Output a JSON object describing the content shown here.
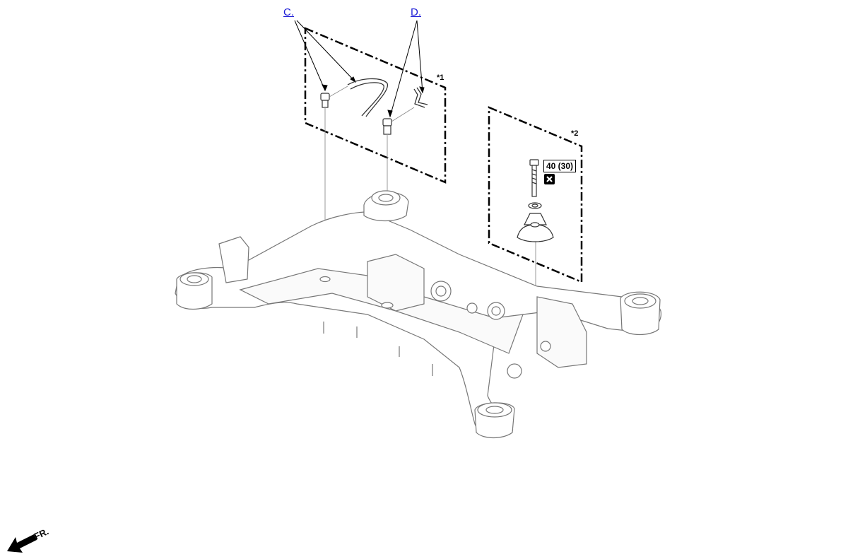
{
  "callouts": {
    "c": "C.",
    "d": "D."
  },
  "refs": {
    "r1": "*1",
    "r2": "*2"
  },
  "torque_spec": "40 (30)",
  "icons": {
    "non_reusable": "x-box-icon",
    "front_arrow": "front-arrow-icon"
  },
  "direction_label": "FR."
}
